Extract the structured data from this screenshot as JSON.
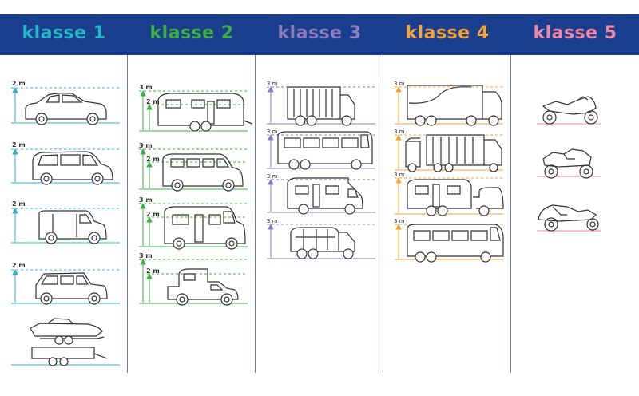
{
  "header": {
    "columns": [
      {
        "label": "klasse 1",
        "color": "#27b6c8"
      },
      {
        "label": "klasse 2",
        "color": "#3fae49"
      },
      {
        "label": "klasse 3",
        "color": "#8b7cc0"
      },
      {
        "label": "klasse 4",
        "color": "#f2a33a"
      },
      {
        "label": "klasse 5",
        "color": "#ef86a6"
      }
    ],
    "background": "#1b3f8f"
  },
  "height_labels": {
    "two_m": "2 m",
    "three_m": "3 m"
  },
  "vehicles": {
    "klasse_1": [
      "sedan-icon",
      "minivan-icon",
      "van-icon",
      "suv-icon",
      "boat-trailer-icon",
      "flat-trailer-icon"
    ],
    "klasse_2": [
      "caravan-icon",
      "minibus-icon",
      "camper-van-icon",
      "pickup-camper-icon"
    ],
    "klasse_3": [
      "box-truck-icon",
      "coach-icon",
      "motorhome-icon",
      "tanker-truck-icon"
    ],
    "klasse_4": [
      "semi-truck-icon",
      "truck-trailer-icon",
      "camper-caravan-icon",
      "bus-icon"
    ],
    "klasse_5": [
      "motorcycle-icon",
      "quad-icon",
      "trike-icon"
    ]
  }
}
